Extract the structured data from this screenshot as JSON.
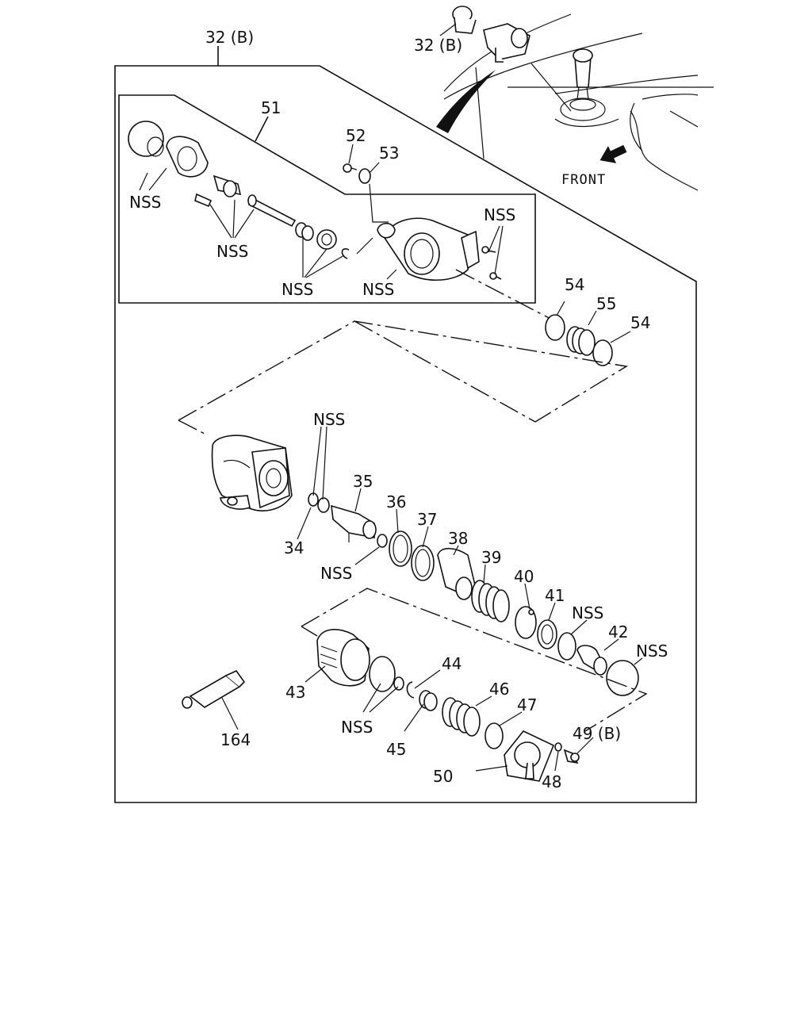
{
  "labels": {
    "l32b_top": "32 (B)",
    "l32b_inset": "32 (B)",
    "front": "FRONT",
    "l51": "51",
    "l52": "52",
    "l53": "53",
    "nss_a": "NSS",
    "nss_b": "NSS",
    "nss_c": "NSS",
    "nss_d": "NSS",
    "nss_e": "NSS",
    "l54a": "54",
    "l55": "55",
    "l54b": "54",
    "nss_f": "NSS",
    "l35": "35",
    "l34": "34",
    "nss_g": "NSS",
    "l36": "36",
    "l37": "37",
    "l38": "38",
    "l39": "39",
    "l40": "40",
    "l41": "41",
    "nss_h": "NSS",
    "l42": "42",
    "nss_i": "NSS",
    "l43": "43",
    "nss_j": "NSS",
    "l44": "44",
    "l45": "45",
    "l46": "46",
    "l47": "47",
    "l49b": "49 (B)",
    "l48": "48",
    "l50": "50",
    "l164": "164"
  },
  "icons": {
    "front_arrow": "arrow-left-icon"
  }
}
